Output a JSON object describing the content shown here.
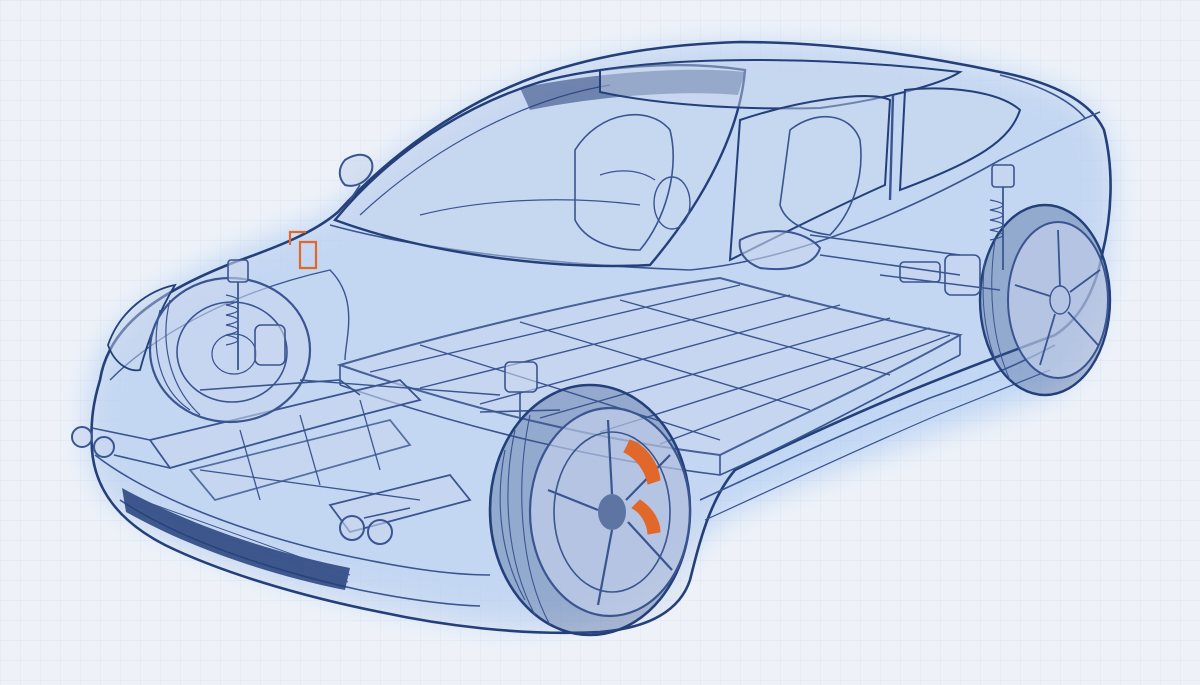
{
  "illustration": {
    "palette": {
      "paper": "#eef2f8",
      "grid": "#d7e0ee",
      "ink": "#3a5590",
      "ink_dark": "#24407a",
      "fill": "#c9d6ee",
      "glow": "#9fc2f2",
      "accent": "#e2672a"
    },
    "components": [
      {
        "name": "car-body-outline"
      },
      {
        "name": "windshield"
      },
      {
        "name": "side-windows"
      },
      {
        "name": "battery-pack"
      },
      {
        "name": "front-wheel"
      },
      {
        "name": "rear-wheel"
      },
      {
        "name": "front-suspension"
      },
      {
        "name": "rear-suspension"
      },
      {
        "name": "brake-caliper"
      },
      {
        "name": "front-subframe"
      },
      {
        "name": "side-mirror"
      }
    ]
  }
}
